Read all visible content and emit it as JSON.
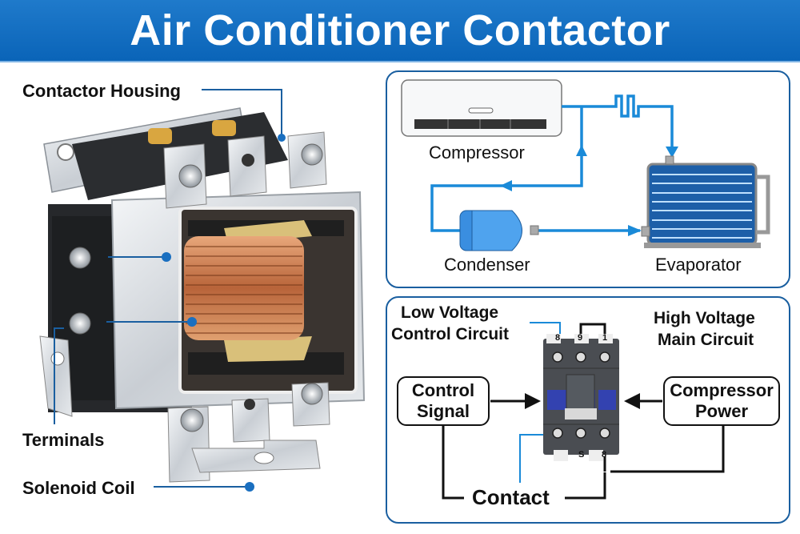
{
  "title": "Air Conditioner Contactor",
  "colors": {
    "banner": "#0a64b8",
    "accent": "#1a7fd0",
    "panel_border": "#1a5fa0",
    "copper": "#c8794a"
  },
  "left_diagram": {
    "labels": {
      "housing": "Contactor Housing",
      "terminals": "Terminals",
      "coil": "Solenoid Coil"
    }
  },
  "refrigeration_panel": {
    "compressor": "Compressor",
    "condenser": "Condenser",
    "evaporator": "Evaporator"
  },
  "circuit_panel": {
    "low_voltage": [
      "Low Voltage",
      "Control Circuit"
    ],
    "high_voltage": [
      "High Voltage",
      "Main Circuit"
    ],
    "control_signal": [
      "Control",
      "Signal"
    ],
    "compressor_power": [
      "Compressor",
      "Power"
    ],
    "contact": "Contact",
    "terminal_marks": {
      "top": [
        "8",
        "9",
        "1"
      ],
      "bottom": [
        "S",
        "8"
      ]
    }
  }
}
